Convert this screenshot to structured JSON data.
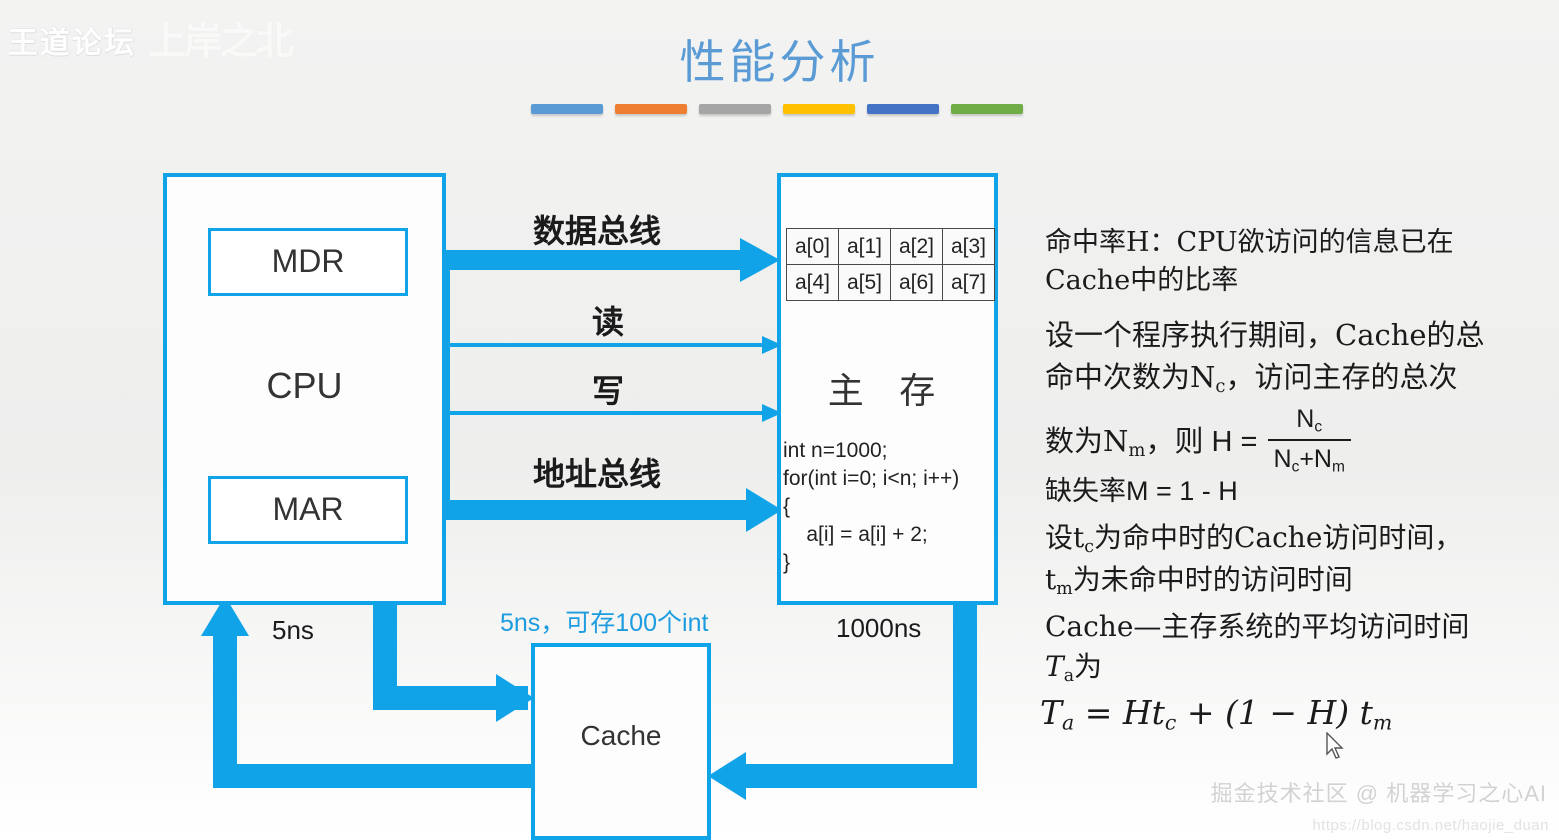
{
  "slide": {
    "title": "性能分析",
    "accent_blue": "#11a3e8",
    "title_color": "#5b9bd5",
    "bars": [
      {
        "name": "bar-light-blue",
        "color": "#5b9bd5"
      },
      {
        "name": "bar-orange",
        "color": "#ed7d31"
      },
      {
        "name": "bar-gray",
        "color": "#a5a5a5"
      },
      {
        "name": "bar-yellow",
        "color": "#ffc000"
      },
      {
        "name": "bar-blue",
        "color": "#4472c4"
      },
      {
        "name": "bar-green",
        "color": "#70ad47"
      }
    ]
  },
  "watermarks": {
    "top_left": "王道论坛",
    "top_left_logo": "上岸之北",
    "bottom_right": "掘金技术社区 @ 机器学习之心AI",
    "bottom_url": "https://blog.csdn.net/haojie_duan"
  },
  "diagram": {
    "cpu": {
      "label": "CPU",
      "mdr": "MDR",
      "mar": "MAR"
    },
    "memory": {
      "label": "主 存",
      "cells": [
        [
          "a[0]",
          "a[1]",
          "a[2]",
          "a[3]"
        ],
        [
          "a[4]",
          "a[5]",
          "a[6]",
          "a[7]"
        ]
      ],
      "code": "int n=1000;\nfor(int i=0; i<n; i++)\n{\n    a[i] = a[i] + 2;\n}"
    },
    "cache": {
      "label": "Cache",
      "note": "5ns，可存100个int"
    },
    "buses": {
      "data": "数据总线",
      "read": "读",
      "write": "写",
      "address": "地址总线"
    },
    "timings": {
      "cache_access": "5ns",
      "memory_access": "1000ns"
    }
  },
  "notes": {
    "hit_rate": {
      "line1": "命中率H：CPU欲访问的信息已在",
      "line2": "Cache中的比率"
    },
    "counts": {
      "line1": "设一个程序执行期间，Cache的总",
      "line2_a": "命中次数为N",
      "line2_sub": "c",
      "line2_b": "，访问主存的总次",
      "line3_a": "数为N",
      "line3_sub": "m",
      "line3_b": "，则 H = ",
      "frac_num": "N",
      "frac_num_sub": "c",
      "frac_den_a": "N",
      "frac_den_sub1": "c",
      "frac_den_plus": "+N",
      "frac_den_sub2": "m"
    },
    "miss_rate": "缺失率M = 1 - H",
    "times": {
      "line1_a": "设t",
      "line1_sub": "c",
      "line1_b": "为命中时的Cache访问时间，",
      "line2_a": "t",
      "line2_sub": "m",
      "line2_b": "为未命中时的访问时间"
    },
    "avg_time": {
      "line1": "Cache—主存系统的平均访问时间",
      "line2_a": "T",
      "line2_sub": "a",
      "line2_b": "为"
    },
    "formula": {
      "Ta": "T",
      "Ta_sub": "a",
      "eq": " = ",
      "H1": "Ht",
      "H1_sub": "c",
      "plus": " + (1 − H) ",
      "tm": "t",
      "tm_sub": "m"
    }
  }
}
